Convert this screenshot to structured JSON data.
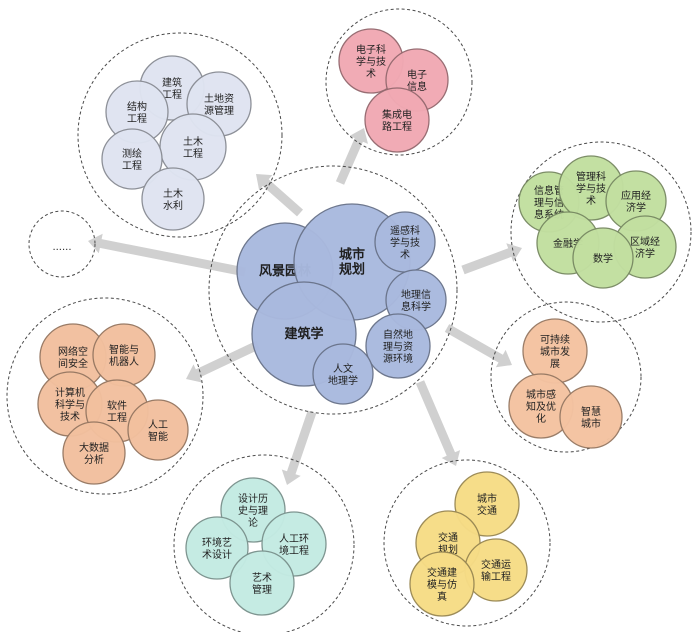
{
  "center": {
    "large": [
      "风景园林",
      "城市\n规划",
      "建筑学"
    ],
    "small": [
      "遥感科\n学与技\n术",
      "地理信\n息科学",
      "自然地\n理与资\n源环境",
      "人文\n地理学"
    ]
  },
  "clusters": {
    "civil": [
      "建筑\n工程",
      "结构\n工程",
      "土地资\n源管理",
      "土木\n工程",
      "测绘\n工程",
      "土木\n水利"
    ],
    "electronics": [
      "电子科\n学与技\n术",
      "电子\n信息",
      "集成电\n路工程"
    ],
    "economics": [
      "信息管\n理与信\n息系统",
      "管理科\n学与技\n术",
      "应用经\n济学",
      "金融学",
      "区域经\n济学",
      "数学"
    ],
    "sustainability": [
      "可持续\n城市发\n展",
      "城市感\n知及优\n化",
      "智慧\n城市"
    ],
    "transport": [
      "城市\n交通",
      "交通\n规划",
      "交通运\n输工程",
      "交通建\n模与仿\n真"
    ],
    "design": [
      "设计历\n史与理\n论",
      "环境艺\n术设计",
      "人工环\n境工程",
      "艺术\n管理"
    ],
    "computing": [
      "网络空\n间安全",
      "智能与\n机器人",
      "计算机\n科学与\n技术",
      "软件\n工程",
      "人工\n智能",
      "大数据\n分析"
    ],
    "other": [
      "......"
    ]
  },
  "colors": {
    "center": "#a9b9de",
    "civil": "#dfe4f1",
    "electronics": "#f1a9b3",
    "economics": "#c2dfa0",
    "sustainability": "#f4c3a1",
    "transport": "#f6dc86",
    "design": "#c4ebe3",
    "computing": "#f2c09e",
    "arrow": "#d0d0d0"
  }
}
